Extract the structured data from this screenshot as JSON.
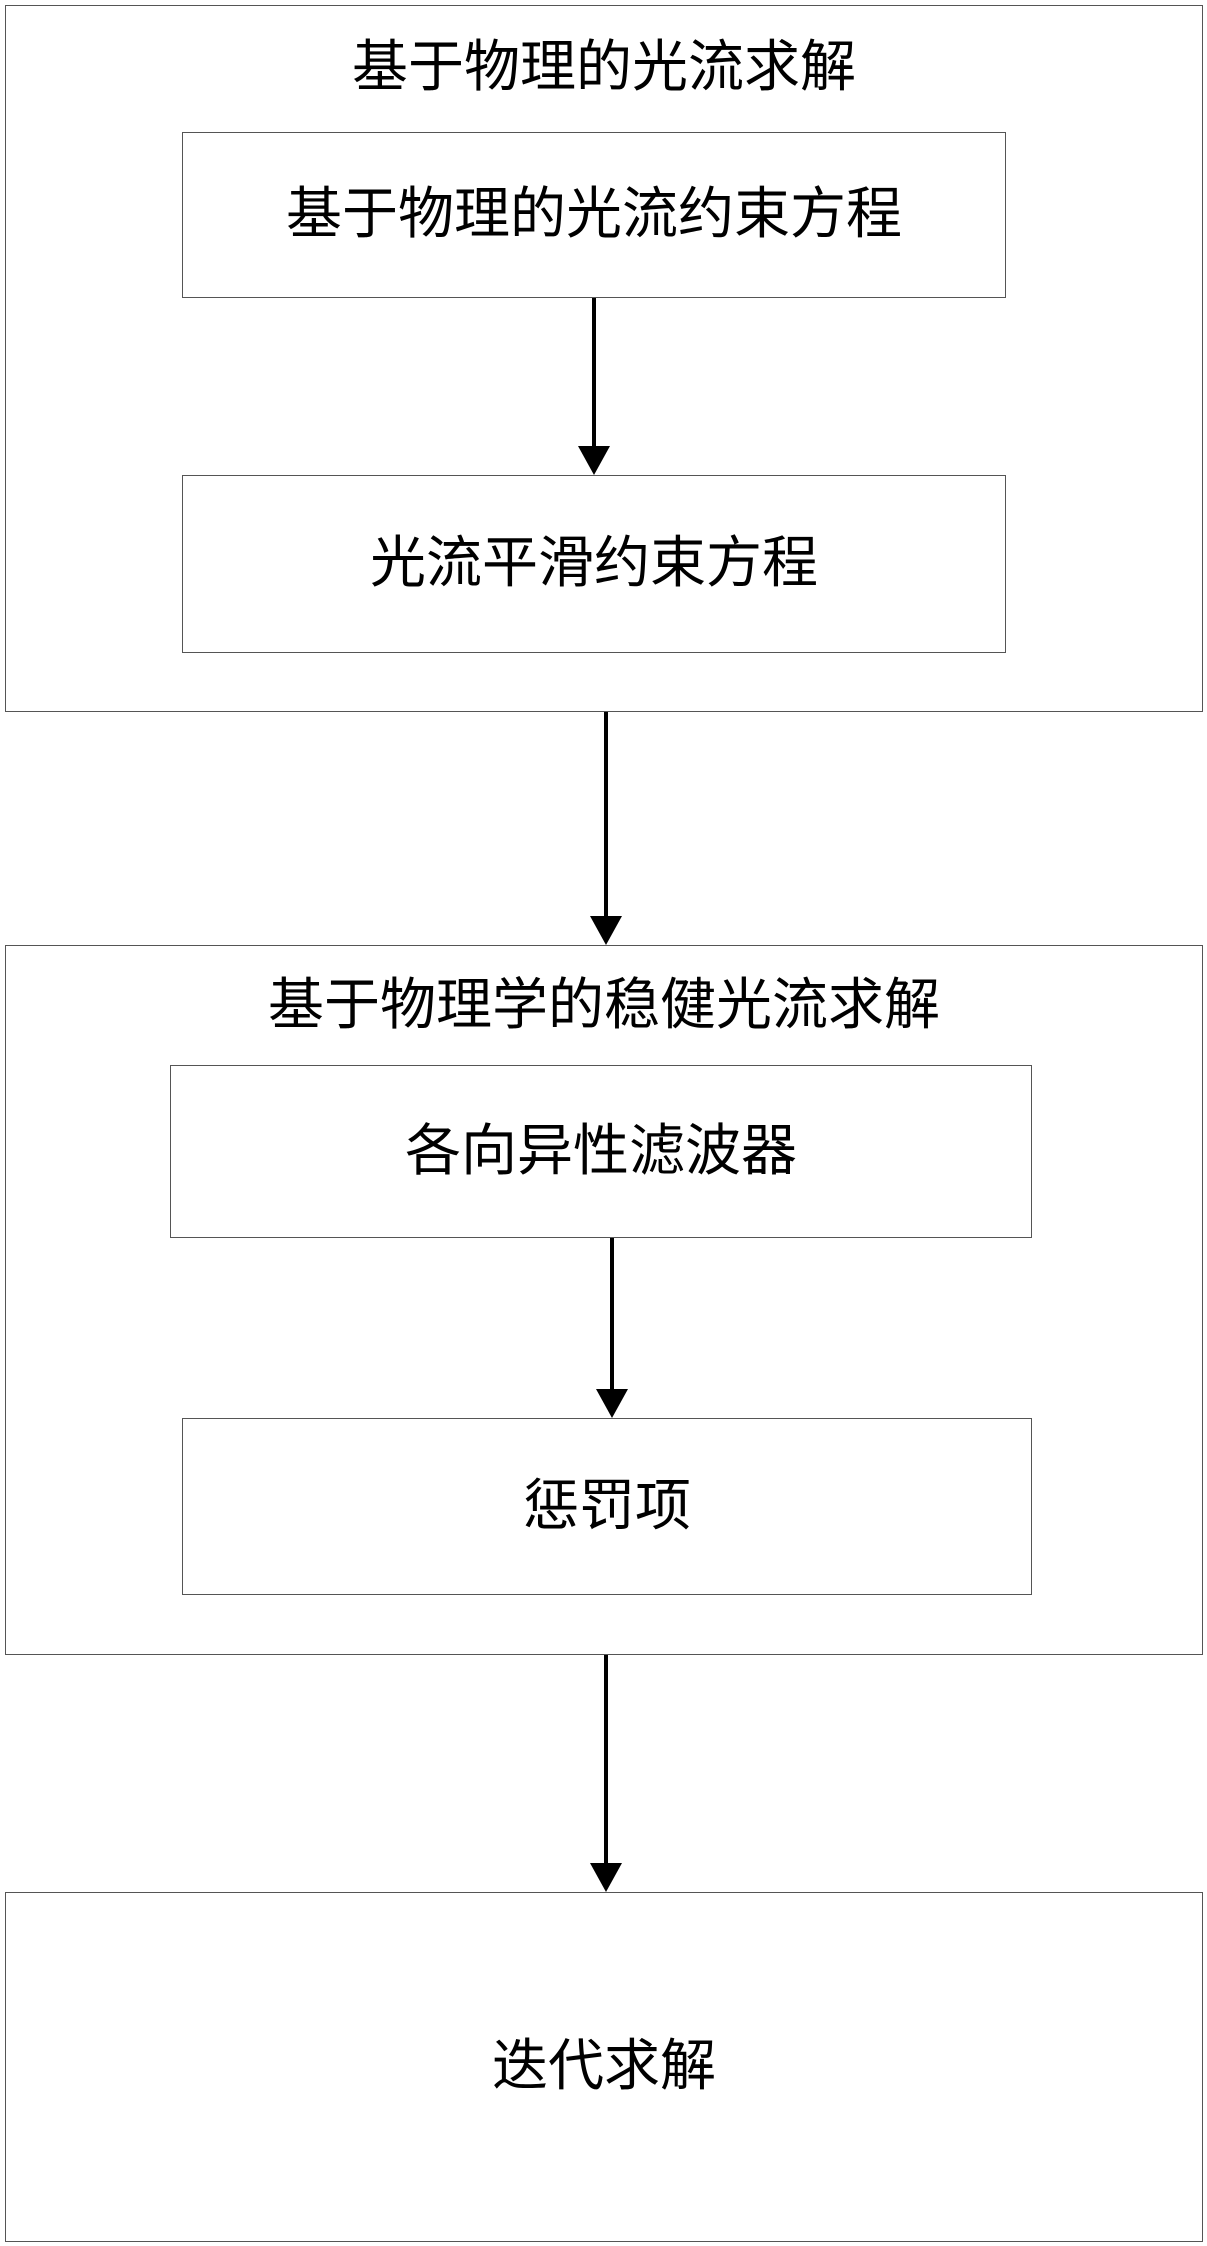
{
  "diagram": {
    "group1": {
      "title": "基于物理的光流求解",
      "step1": "基于物理的光流约束方程",
      "step2": "光流平滑约束方程"
    },
    "group2": {
      "title": "基于物理学的稳健光流求解",
      "step1": "各向异性滤波器",
      "step2": "惩罚项"
    },
    "final": {
      "label": "迭代求解"
    }
  }
}
